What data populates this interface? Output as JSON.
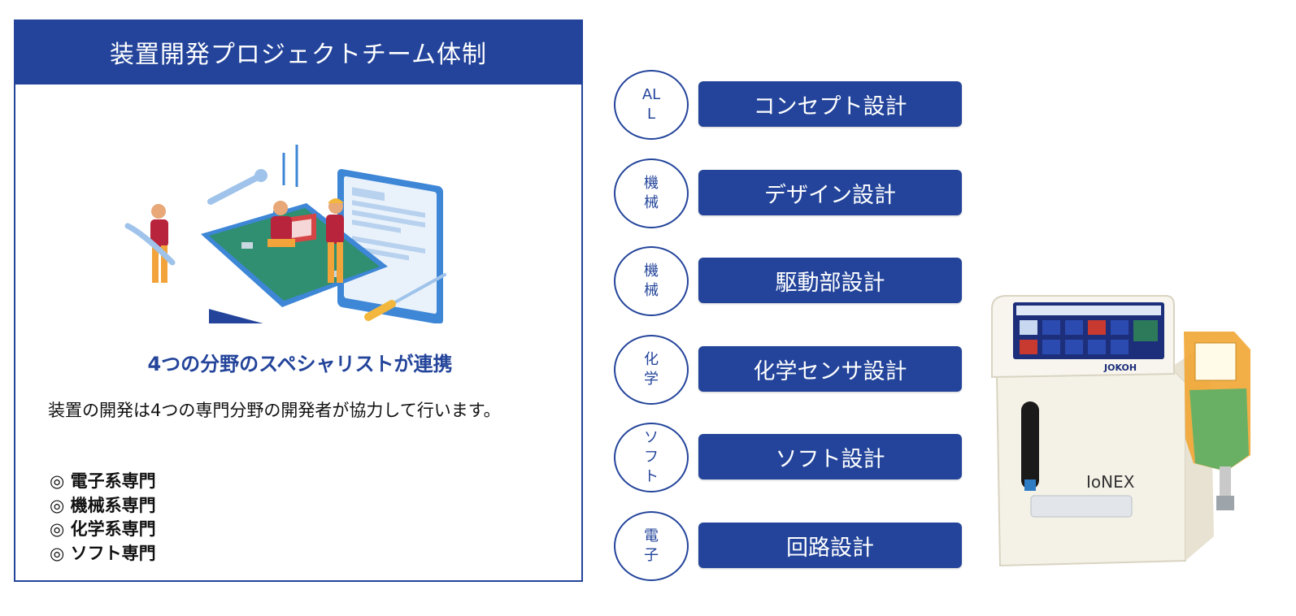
{
  "panel": {
    "title": "装置開発プロジェクトチーム体制",
    "subheading": "4つの分野のスペシャリストが連携",
    "description": "装置の開発は4つの専門分野の開発者が協力して行います。",
    "specialties": [
      "◎ 電子系専門",
      "◎ 機械系専門",
      "◎ 化学系専門",
      "◎ ソフト専門"
    ]
  },
  "phases": [
    {
      "tag": "ALL",
      "label": "コンセプト設計"
    },
    {
      "tag": "機械",
      "label": "デザイン設計"
    },
    {
      "tag": "機械",
      "label": "駆動部設計"
    },
    {
      "tag": "化学",
      "label": "化学センサ設計"
    },
    {
      "tag": "ソフト",
      "label": "ソフト設計"
    },
    {
      "tag": "電子",
      "label": "回路設計"
    }
  ],
  "device": {
    "brand": "JOKOH",
    "model": "IoNEX"
  },
  "colors": {
    "accent": "#23449a"
  }
}
